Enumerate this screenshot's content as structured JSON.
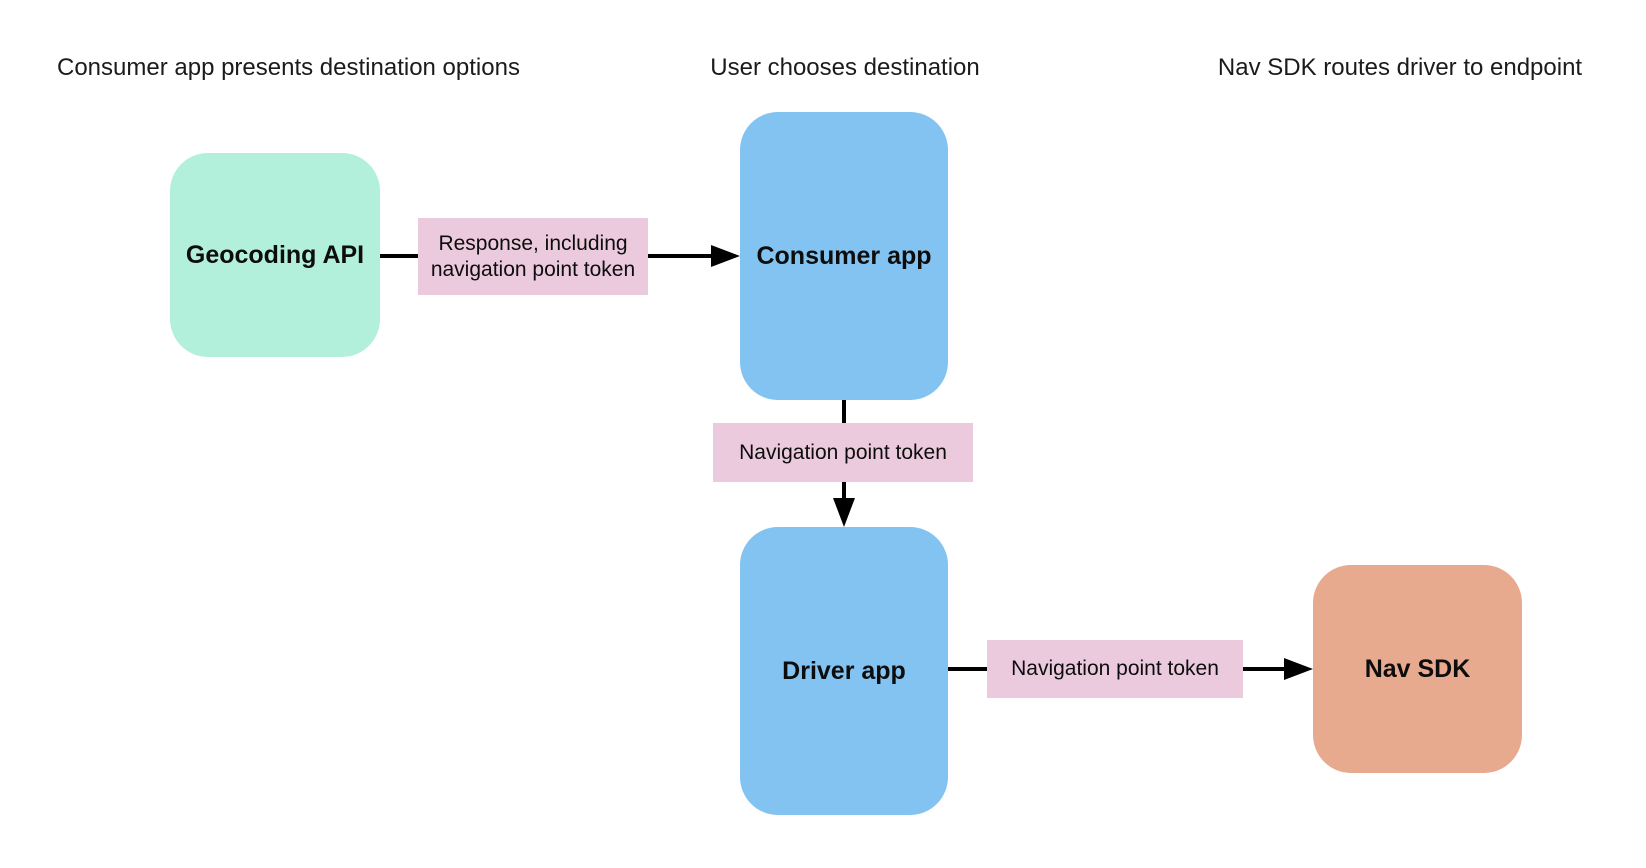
{
  "diagram": {
    "column_headers": [
      {
        "label": "Consumer app presents destination options"
      },
      {
        "label": "User chooses destination"
      },
      {
        "label": "Nav SDK routes driver to endpoint"
      }
    ],
    "nodes": {
      "geocoding_api": {
        "label": "Geocoding API",
        "color": "#b2f0dc"
      },
      "consumer_app": {
        "label": "Consumer app",
        "color": "#82c3f1"
      },
      "driver_app": {
        "label": "Driver app",
        "color": "#82c3f1"
      },
      "nav_sdk": {
        "label": "Nav SDK",
        "color": "#e8aa8f"
      }
    },
    "edges": {
      "geocoding_to_consumer": {
        "label": "Response, including navigation point token"
      },
      "consumer_to_driver": {
        "label": "Navigation point token"
      },
      "driver_to_navsdk": {
        "label": "Navigation point token"
      }
    },
    "colors": {
      "edge_label_bg": "#eccade",
      "arrow": "#000000",
      "text": "#0d0d0d",
      "background": "#ffffff"
    }
  }
}
